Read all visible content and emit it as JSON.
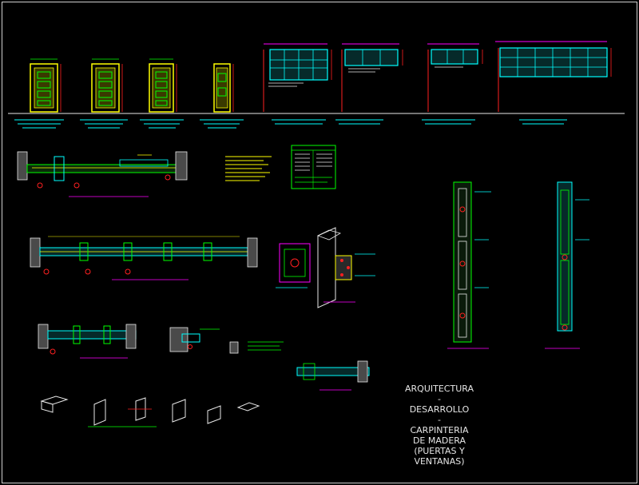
{
  "title_block": {
    "line1": "ARQUITECTURA",
    "sep1": "-",
    "line2": "DESARROLLO",
    "sep2": "-",
    "line3": "CARPINTERIA",
    "line4": "DE MADERA",
    "line5": "(PUERTAS Y",
    "line6": "VENTANAS)"
  },
  "colors": {
    "background": "#000000",
    "frame": "#cfcfcf",
    "yellow": "#ffff00",
    "green": "#00ff00",
    "cyan": "#00ffff",
    "red": "#ff2020",
    "magenta": "#ff00ff",
    "white": "#e8e8e8",
    "grey": "#8a8a8a"
  }
}
